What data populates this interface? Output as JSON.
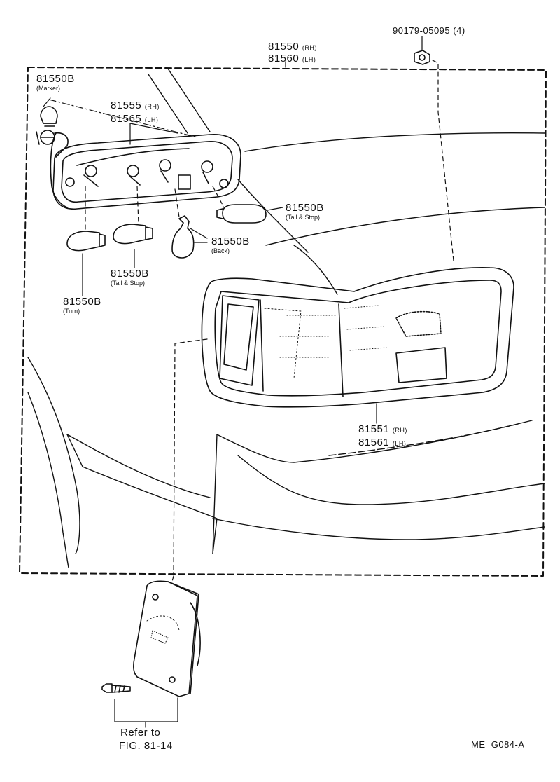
{
  "assembly": {
    "rh": "81550",
    "lh": "81560",
    "rh_tag": "(RH)",
    "lh_tag": "(LH)"
  },
  "nut": {
    "part": "90179-05095",
    "qty": "(4)"
  },
  "marker": {
    "part": "81550B",
    "note": "(Marker)"
  },
  "socket": {
    "rh": "81555",
    "lh": "81565",
    "rh_tag": "(RH)",
    "lh_tag": "(LH)"
  },
  "tail_stop_right": {
    "part": "81550B",
    "note": "(Tail & Stop)"
  },
  "back": {
    "part": "81550B",
    "note": "(Back)"
  },
  "tail_stop_left": {
    "part": "81550B",
    "note": "(Tail & Stop)"
  },
  "turn": {
    "part": "81550B",
    "note": "(Turn)"
  },
  "lens": {
    "rh": "81551",
    "lh": "81561",
    "rh_tag": "(RH)",
    "lh_tag": "(LH)"
  },
  "reference": {
    "line1": "Refer to",
    "line2": "FIG. 81-14"
  },
  "figure_code": "ME  G084-A"
}
